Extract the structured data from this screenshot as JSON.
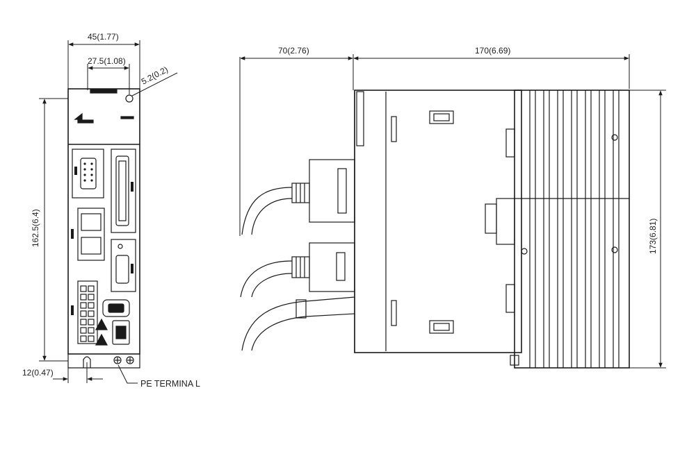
{
  "diagram": {
    "line_color": "#1a1a1a",
    "dimensions": {
      "front_width": "45(1.77)",
      "connector_pitch": "27.5(1.08)",
      "mount_hole": "5.2(0.2)",
      "front_height": "162.5(6.4)",
      "bottom_offset": "12(0.47)",
      "cable_depth": "70(2.76)",
      "side_depth": "170(6.69)",
      "side_height": "173(6.81)"
    },
    "labels": {
      "pe_terminal": "PE TERMINA L"
    },
    "icons": [
      "warning-triangle-icon",
      "warning-triangle-icon"
    ]
  }
}
